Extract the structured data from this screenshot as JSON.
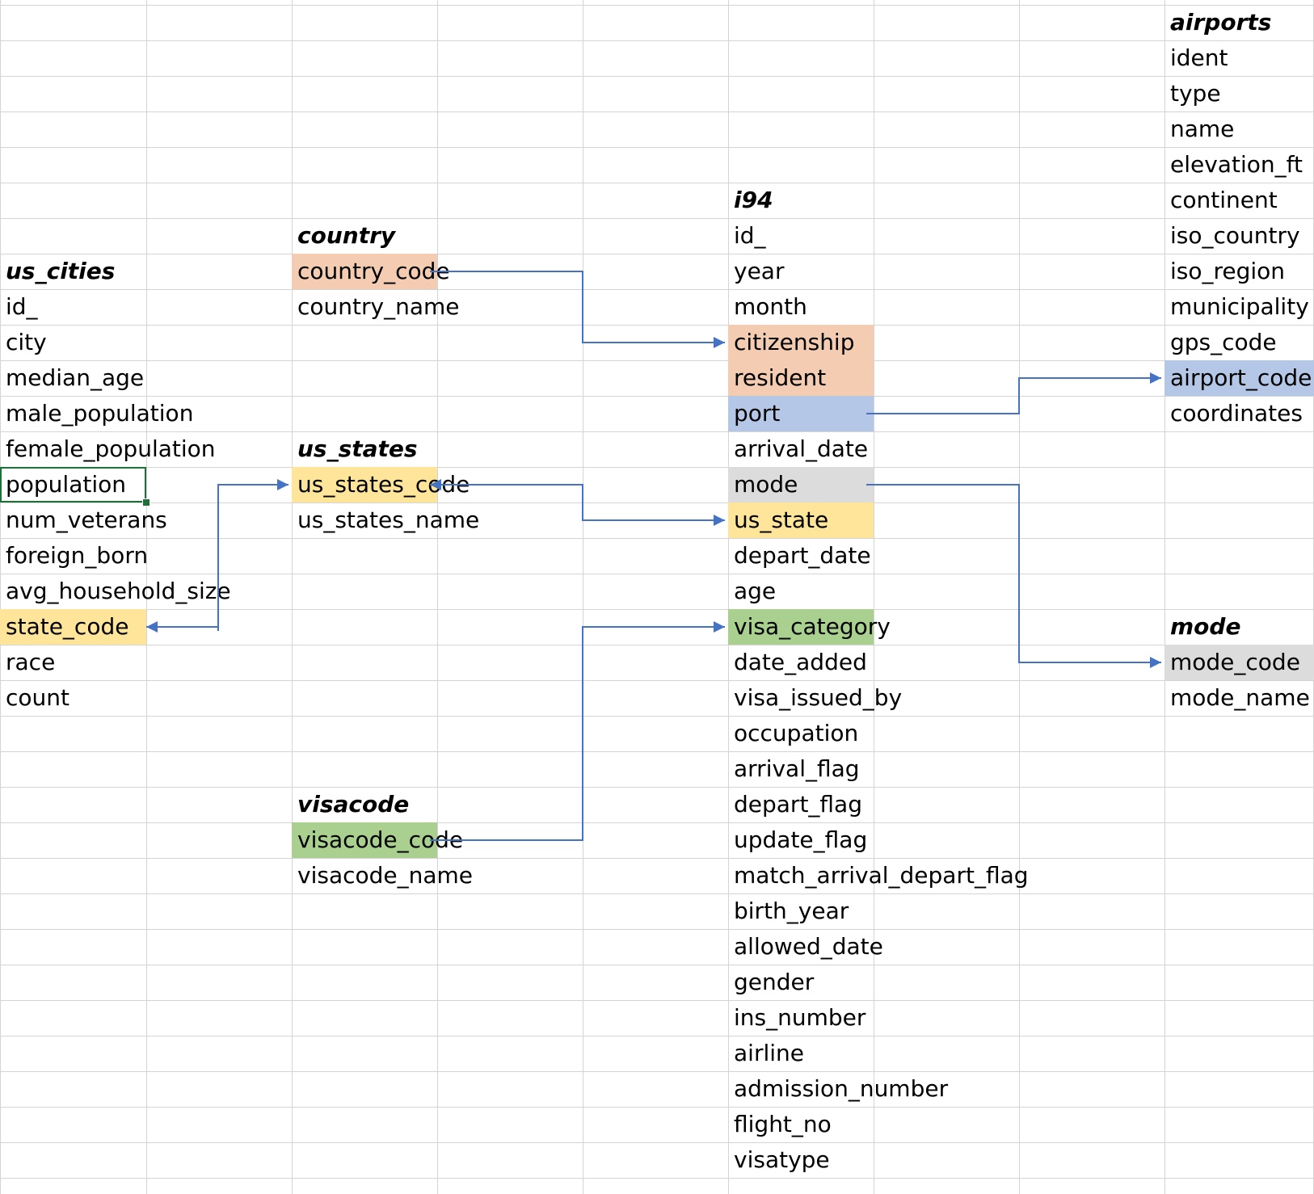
{
  "colors": {
    "grid": "#d4d4d4",
    "connector": "#4472c4",
    "highlight_orange": "#f4ccb1",
    "highlight_blue": "#b4c7e7",
    "highlight_yellow": "#ffe599",
    "highlight_green": "#a9d08e",
    "highlight_gray": "#dcdcdc",
    "selection": "#1f6f3a"
  },
  "tables": [
    {
      "id": "us_cities",
      "title": "us_cities",
      "col": 0,
      "title_row": 7,
      "fields": [
        {
          "name": "id_"
        },
        {
          "name": "city"
        },
        {
          "name": "median_age"
        },
        {
          "name": "male_population"
        },
        {
          "name": "female_population"
        },
        {
          "name": "population",
          "selected": true
        },
        {
          "name": "num_veterans"
        },
        {
          "name": "foreign_born"
        },
        {
          "name": "avg_household_size"
        },
        {
          "name": "state_code",
          "highlight": "yellow"
        },
        {
          "name": "race"
        },
        {
          "name": "count"
        }
      ]
    },
    {
      "id": "country",
      "title": "country",
      "col": 2,
      "title_row": 6,
      "fields": [
        {
          "name": "country_code",
          "highlight": "orange"
        },
        {
          "name": "country_name"
        }
      ]
    },
    {
      "id": "us_states",
      "title": "us_states",
      "col": 2,
      "title_row": 12,
      "fields": [
        {
          "name": "us_states_code",
          "highlight": "yellow"
        },
        {
          "name": "us_states_name"
        }
      ]
    },
    {
      "id": "visacode",
      "title": "visacode",
      "col": 2,
      "title_row": 22,
      "fields": [
        {
          "name": "visacode_code",
          "highlight": "green"
        },
        {
          "name": "visacode_name"
        }
      ]
    },
    {
      "id": "i94",
      "title": "i94",
      "col": 5,
      "title_row": 5,
      "fields": [
        {
          "name": "id_"
        },
        {
          "name": "year"
        },
        {
          "name": "month"
        },
        {
          "name": "citizenship",
          "highlight": "orange"
        },
        {
          "name": "resident",
          "highlight": "orange"
        },
        {
          "name": "port",
          "highlight": "blue"
        },
        {
          "name": "arrival_date"
        },
        {
          "name": "mode",
          "highlight": "gray"
        },
        {
          "name": "us_state",
          "highlight": "yellow"
        },
        {
          "name": "depart_date"
        },
        {
          "name": "age"
        },
        {
          "name": "visa_category",
          "highlight": "green"
        },
        {
          "name": "date_added"
        },
        {
          "name": "visa_issued_by"
        },
        {
          "name": "occupation"
        },
        {
          "name": "arrival_flag"
        },
        {
          "name": "depart_flag"
        },
        {
          "name": "update_flag"
        },
        {
          "name": "match_arrival_depart_flag"
        },
        {
          "name": "birth_year"
        },
        {
          "name": "allowed_date"
        },
        {
          "name": "gender"
        },
        {
          "name": "ins_number"
        },
        {
          "name": "airline"
        },
        {
          "name": "admission_number"
        },
        {
          "name": "flight_no"
        },
        {
          "name": "visatype"
        }
      ]
    },
    {
      "id": "airports",
      "title": "airports",
      "col": 8,
      "title_row": 0,
      "fields": [
        {
          "name": "ident"
        },
        {
          "name": "type"
        },
        {
          "name": "name"
        },
        {
          "name": "elevation_ft"
        },
        {
          "name": "continent"
        },
        {
          "name": "iso_country"
        },
        {
          "name": "iso_region"
        },
        {
          "name": "municipality"
        },
        {
          "name": "gps_code"
        },
        {
          "name": "airport_code",
          "highlight": "blue"
        },
        {
          "name": "coordinates"
        }
      ]
    },
    {
      "id": "mode",
      "title": "mode",
      "col": 8,
      "title_row": 17,
      "fields": [
        {
          "name": "mode_code",
          "highlight": "gray"
        },
        {
          "name": "mode_name"
        }
      ]
    }
  ],
  "relationships": [
    {
      "from": "country.country_code",
      "to": "i94.citizenship"
    },
    {
      "from": "i94.port",
      "to": "airports.airport_code"
    },
    {
      "from": "us_states.us_states_code",
      "to": "i94.us_state"
    },
    {
      "from": "us_states.us_states_code",
      "to": "us_cities.state_code"
    },
    {
      "from": "us_cities.population",
      "to": "us_states.us_states_code"
    },
    {
      "from": "i94.mode",
      "to": "mode.mode_code"
    },
    {
      "from": "visacode.visacode_code",
      "to": "i94.visa_category"
    }
  ]
}
